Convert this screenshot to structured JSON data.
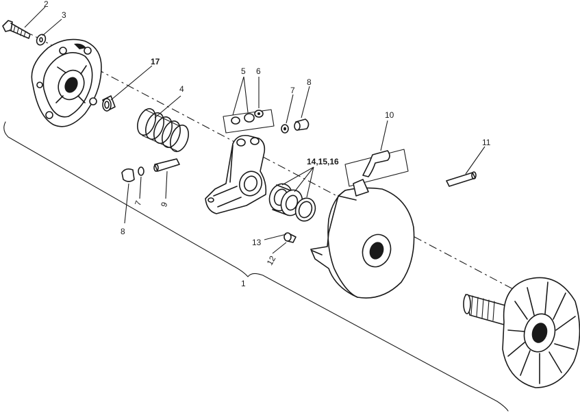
{
  "callouts": {
    "c2": "2",
    "c3": "3",
    "c17": "17",
    "c4": "4",
    "c5": "5",
    "c6": "6",
    "c7a": "7",
    "c8a": "8",
    "c10": "10",
    "c11": "11",
    "c141516": "14,15,16",
    "c7b": "7",
    "c8b": "8",
    "c9": "9",
    "c13": "13",
    "c12": "12",
    "c1": "1"
  }
}
